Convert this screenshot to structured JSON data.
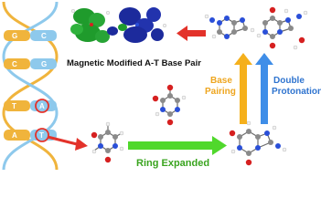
{
  "title": "Magnetic Modified A-T Base Pair",
  "base_pairs": [
    {
      "left": "G",
      "right": "C"
    },
    {
      "left": "C",
      "right": "G"
    },
    {
      "left": "T",
      "right": "A",
      "highlight": "right"
    },
    {
      "left": "A",
      "right": "T",
      "highlight": "right"
    }
  ],
  "arrows": {
    "ring_expanded": "Ring Expanded",
    "base_pairing": [
      "Base",
      "Pairing"
    ],
    "double_protonation": [
      "Double",
      "Protonation"
    ]
  },
  "colors": {
    "strand_orange": "#f0b43c",
    "strand_blue": "#8ec9ec",
    "arrow_red": "#e3322a",
    "arrow_green": "#50d82c",
    "arrow_gold": "#f5b01c",
    "arrow_blue": "#3f8ee8",
    "label_gold": "#eea51e",
    "label_blue": "#2f74cf",
    "orbital_green": "#1f9b2c",
    "orbital_blue": "#1c2a9c"
  }
}
